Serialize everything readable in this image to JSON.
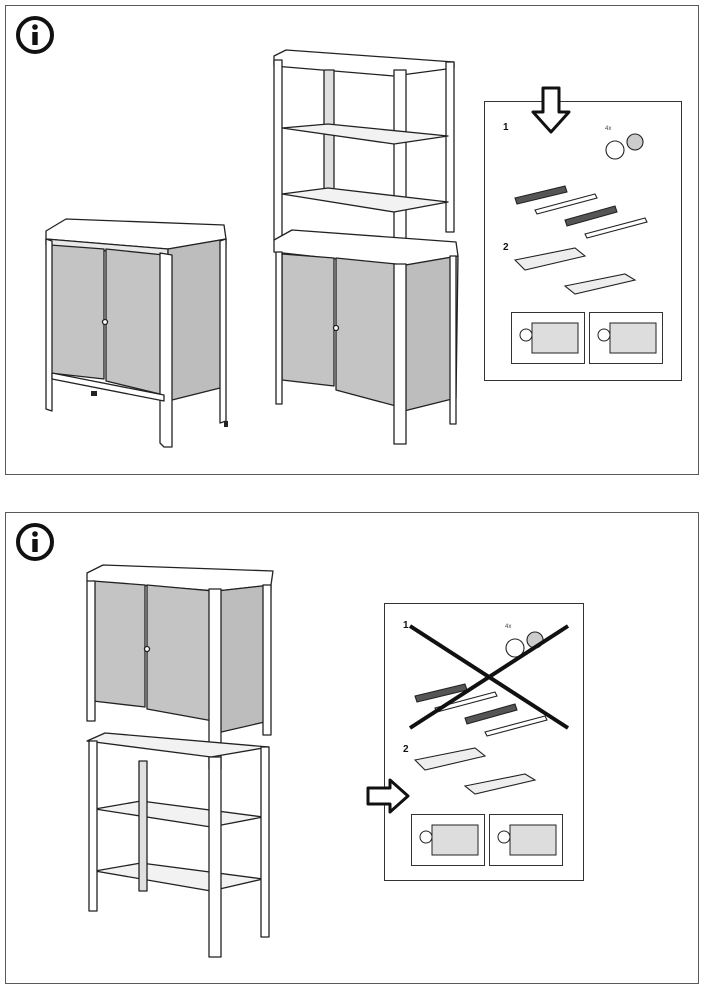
{
  "panels": [
    {
      "id": "panel-1",
      "icon": "info-icon",
      "inset": {
        "steps": [
          {
            "number": "1"
          },
          {
            "number": "2"
          }
        ],
        "arrow_icon": "down-arrow-icon",
        "small_label": "4x"
      }
    },
    {
      "id": "panel-2",
      "icon": "info-icon",
      "inset": {
        "steps": [
          {
            "number": "1"
          },
          {
            "number": "2"
          }
        ],
        "arrow_icon": "right-arrow-icon",
        "cross_icon": "not-allowed-cross-icon",
        "small_label": "4x"
      }
    }
  ]
}
